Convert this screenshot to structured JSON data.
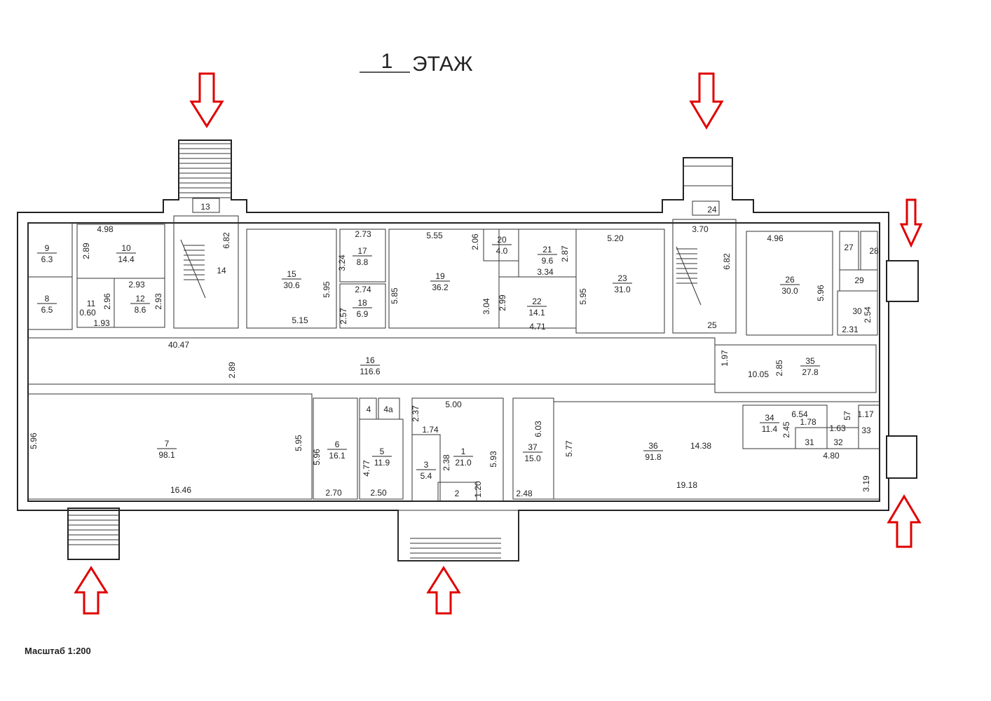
{
  "title": {
    "floor_number": "1",
    "floor_label": "ЭТАЖ"
  },
  "scale_label": "Масштаб 1:200",
  "colors": {
    "arrow": "#e00000",
    "walls": "#222222"
  },
  "rooms": [
    {
      "num": "9",
      "area": "6.3"
    },
    {
      "num": "8",
      "area": "6.5"
    },
    {
      "num": "10",
      "area": "14.4"
    },
    {
      "num": "11",
      "area": ""
    },
    {
      "num": "12",
      "area": "8.6"
    },
    {
      "num": "13",
      "area": ""
    },
    {
      "num": "14",
      "area": ""
    },
    {
      "num": "15",
      "area": "30.6"
    },
    {
      "num": "17",
      "area": "8.8"
    },
    {
      "num": "18",
      "area": "6.9"
    },
    {
      "num": "19",
      "area": "36.2"
    },
    {
      "num": "20",
      "area": "4.0"
    },
    {
      "num": "21",
      "area": "9.6"
    },
    {
      "num": "22",
      "area": "14.1"
    },
    {
      "num": "23",
      "area": "31.0"
    },
    {
      "num": "24",
      "area": ""
    },
    {
      "num": "25",
      "area": ""
    },
    {
      "num": "26",
      "area": "30.0"
    },
    {
      "num": "27",
      "area": ""
    },
    {
      "num": "28",
      "area": ""
    },
    {
      "num": "29",
      "area": ""
    },
    {
      "num": "30",
      "area": ""
    },
    {
      "num": "16",
      "area": "116.6"
    },
    {
      "num": "35",
      "area": "27.8"
    },
    {
      "num": "7",
      "area": "98.1"
    },
    {
      "num": "6",
      "area": "16.1"
    },
    {
      "num": "4",
      "area": ""
    },
    {
      "num": "4а",
      "area": ""
    },
    {
      "num": "5",
      "area": "11.9"
    },
    {
      "num": "1",
      "area": "21.0"
    },
    {
      "num": "3",
      "area": "5.4"
    },
    {
      "num": "2",
      "area": ""
    },
    {
      "num": "37",
      "area": "15.0"
    },
    {
      "num": "36",
      "area": "91.8"
    },
    {
      "num": "34",
      "area": "11.4"
    },
    {
      "num": "31",
      "area": ""
    },
    {
      "num": "32",
      "area": ""
    },
    {
      "num": "33",
      "area": ""
    }
  ],
  "dimensions": [
    "4.98",
    "2.89",
    "2.93",
    "2.96",
    "2.93",
    "0.60",
    "1.93",
    "6.82",
    "5.95",
    "5.15",
    "2.73",
    "3.24",
    "2.74",
    "2.57",
    "5.85",
    "5.55",
    "2.06",
    "2.99",
    "3.04",
    "3.34",
    "2.87",
    "4.71",
    "5.20",
    "5.95",
    "3.70",
    "6.82",
    "4.96",
    "5.96",
    "2.31",
    "2.54",
    "40.47",
    "2.89",
    "1.97",
    "10.05",
    "2.85",
    "5.96",
    "5.95",
    "16.46",
    "5.96",
    "2.70",
    "4.77",
    "2.50",
    "2.37",
    "5.00",
    "1.74",
    "2.38",
    "5.93",
    "1.20",
    "6.03",
    "5.77",
    "2.48",
    "14.38",
    "19.18",
    "6.54",
    "2.45",
    "1.78",
    "1.63",
    "57",
    "1.17",
    "4.80",
    "3.19"
  ]
}
